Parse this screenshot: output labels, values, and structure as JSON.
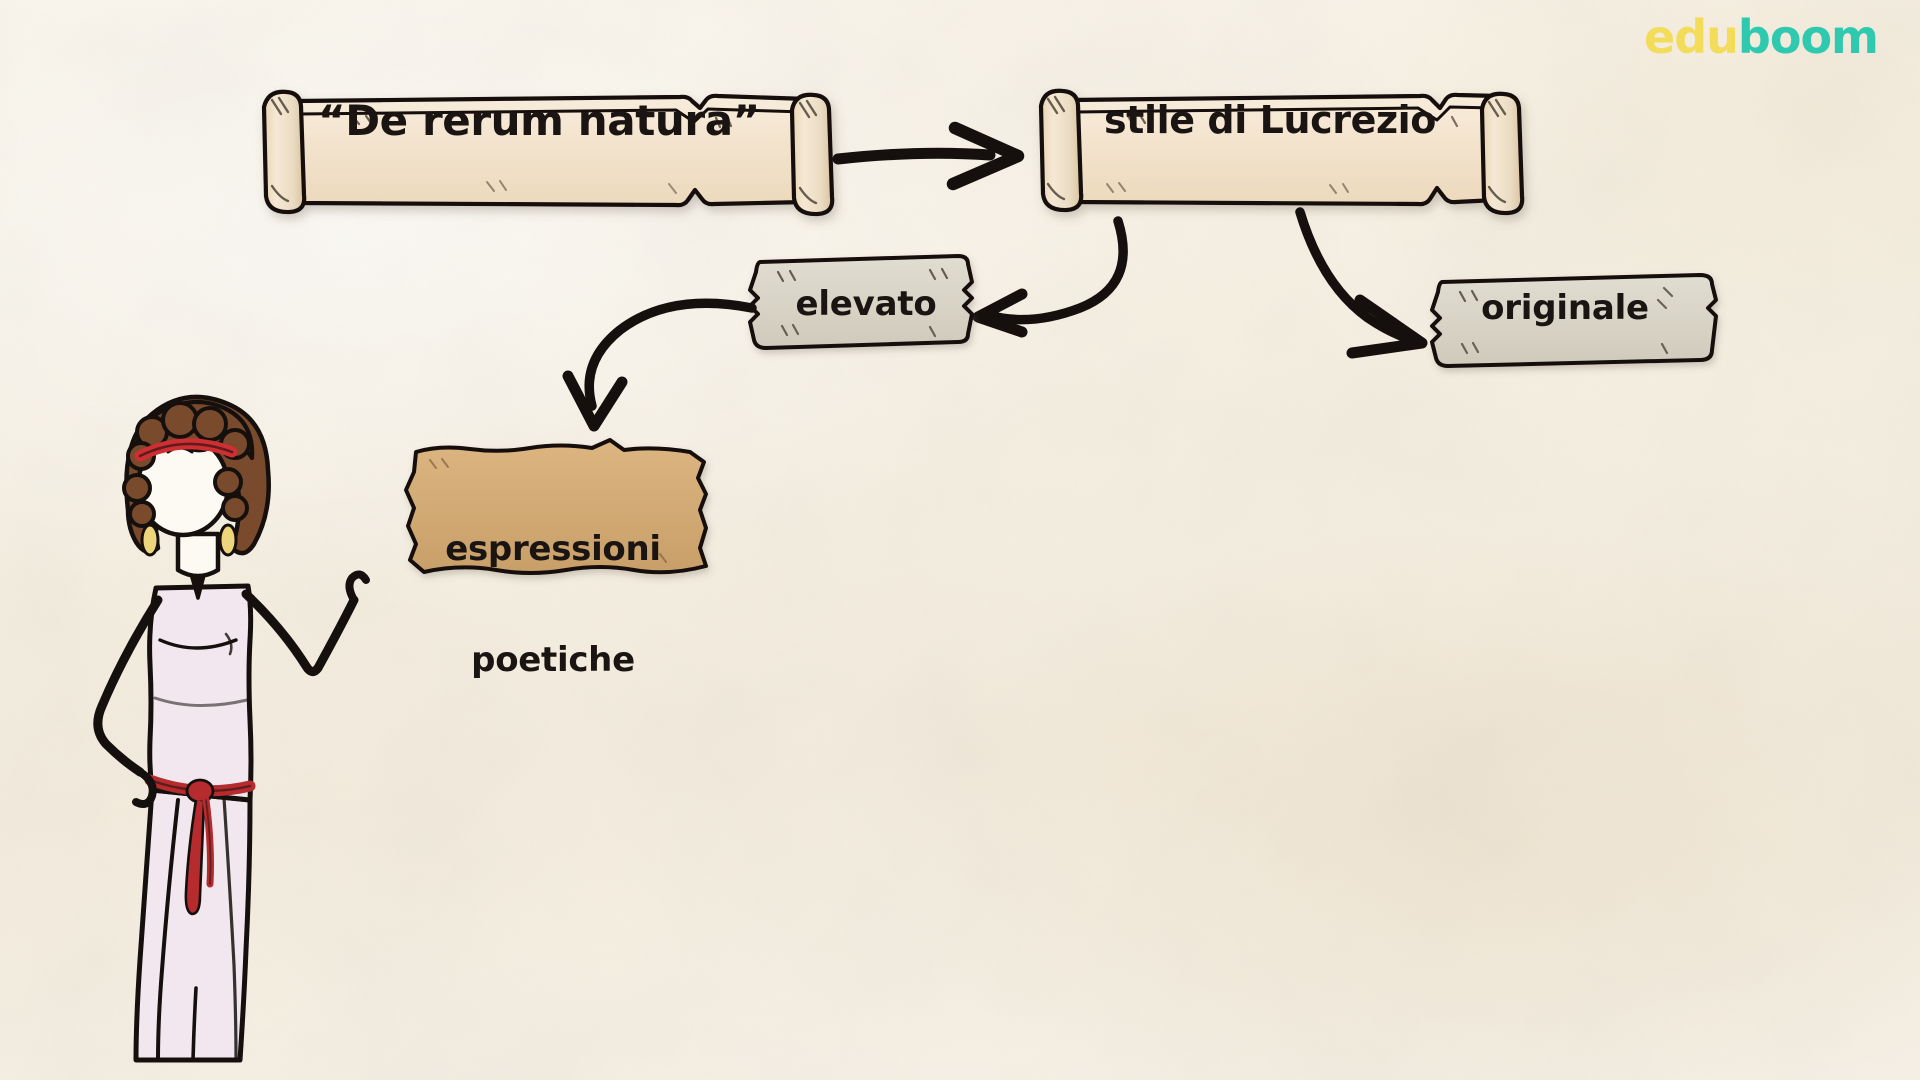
{
  "background": {
    "paper_color": "#f7f1e4",
    "accent_scroll": "#f3e3cd",
    "accent_label_grey": "#d8d4c6",
    "accent_label_tan": "#d3ab74",
    "ink": "#1a1512"
  },
  "brand": {
    "name": "eduboom",
    "part_one": "edu",
    "part_two": "boom",
    "color_one": "#f2dc5a",
    "color_two": "#2fc9b0"
  },
  "diagram": {
    "title": "stile di Lucrezio",
    "nodes": [
      {
        "id": "de-rerum-natura",
        "label": "“De rerum natura”",
        "shape": "scroll",
        "fill": "#f3e3cd"
      },
      {
        "id": "stile-di-lucrezio",
        "label": "stile di Lucrezio",
        "shape": "scroll",
        "fill": "#f3e3cd"
      },
      {
        "id": "elevato",
        "label": "elevato",
        "shape": "torn-ticket",
        "fill": "#d8d4c6"
      },
      {
        "id": "originale",
        "label": "originale",
        "shape": "torn-ticket",
        "fill": "#d8d4c6"
      },
      {
        "id": "espressioni-poetiche",
        "label": "espressioni\npoetiche",
        "line_one": "espressioni",
        "line_two": "poetiche",
        "shape": "torn-paper",
        "fill": "#d3ab74"
      }
    ],
    "edges": [
      {
        "from": "de-rerum-natura",
        "to": "stile-di-lucrezio",
        "style": "straight"
      },
      {
        "from": "stile-di-lucrezio",
        "to": "elevato",
        "style": "curved"
      },
      {
        "from": "stile-di-lucrezio",
        "to": "originale",
        "style": "curved"
      },
      {
        "from": "elevato",
        "to": "espressioni-poetiche",
        "style": "curved"
      }
    ]
  },
  "illustration": {
    "name": "roman-woman-figure",
    "hair_color": "#7a4a2c",
    "headband_color": "#cf2f32",
    "earring_color": "#edd57c",
    "toga_color": "#f2e7ee",
    "sash_color": "#b52b2e",
    "outline_color": "#15100d"
  }
}
